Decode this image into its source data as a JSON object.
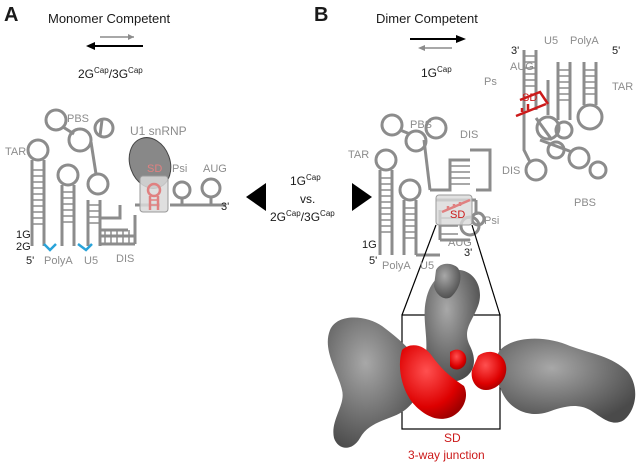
{
  "panel_a": {
    "letter": "A",
    "title": "Monomer Competent",
    "cap_base": "2G",
    "cap_sup1": "Cap",
    "cap_mid": "/3G",
    "cap_sup2": "Cap",
    "labels": {
      "pbs": "PBS",
      "tar": "TAR",
      "u1": "U1 snRNP",
      "sd": "SD",
      "psi": "Psi",
      "aug": "AUG",
      "three_prime": "3'",
      "one_g": "1G",
      "two_g": "2G",
      "five_prime": "5'",
      "polya": "PolyA",
      "u5": "U5",
      "dis": "DIS"
    }
  },
  "panel_b": {
    "letter": "B",
    "title": "Dimer Competent",
    "cap_base": "1G",
    "cap_sup": "Cap",
    "labels": {
      "three_prime_top": "3'",
      "u5_top": "U5",
      "polya_top": "PolyA",
      "five_prime_top": "5'",
      "aug_top": "AUG",
      "ps": "Ps",
      "sd_top": "SD",
      "tar_right": "TAR",
      "pbs": "PBS",
      "tar": "TAR",
      "dis": "DIS",
      "dis_lower": "DIS",
      "pbs_lower": "PBS",
      "sd": "SD",
      "psi": "Psi",
      "aug": "AUG",
      "three_prime": "3'",
      "one_g": "1G",
      "five_prime": "5'",
      "polya": "PolyA",
      "u5": "U5"
    },
    "caption_line1": "SD",
    "caption_line2": "3-way junction"
  },
  "center": {
    "line1_base": "1G",
    "line1_sup": "Cap",
    "line2": "vs.",
    "line3_base": "2G",
    "line3_sup1": "Cap",
    "line3_mid": "/3G",
    "line3_sup2": "Cap"
  },
  "colors": {
    "rna": "#8c8c8c",
    "highlight": "#cc1a1a",
    "highlight_light": "#e89090",
    "cap_blue": "#29a3d9",
    "structure": "#6e6e6e",
    "text": "#1a1a1a",
    "label_grey": "#8c8c8c"
  }
}
